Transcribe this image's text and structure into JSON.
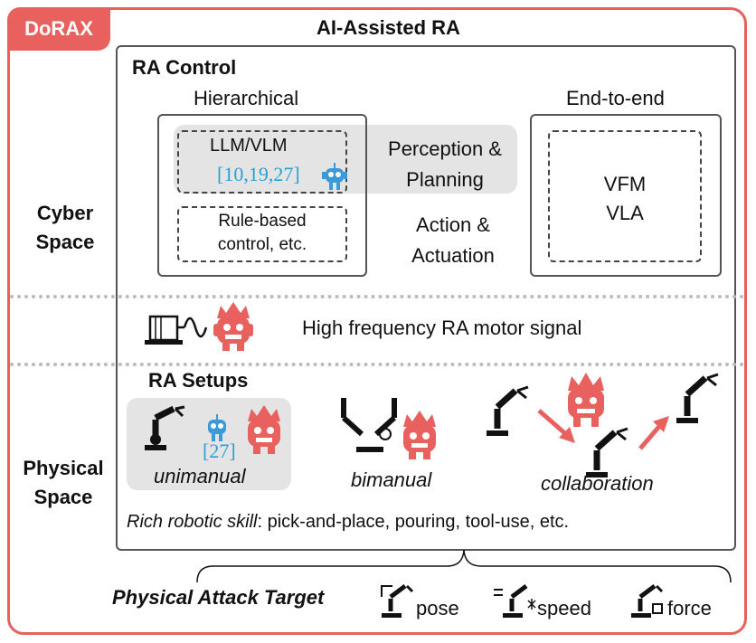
{
  "badge": "DoRAX",
  "title": "AI-Assisted RA",
  "cyber_space": {
    "line1": "Cyber",
    "line2": "Space"
  },
  "physical_space": {
    "line1": "Physical",
    "line2": "Space"
  },
  "ra_control": {
    "heading": "RA Control",
    "hierarchical": "Hierarchical",
    "llm_vlm": "LLM/VLM",
    "llm_cite": "[10,19,27]",
    "rule_based_line1": "Rule-based",
    "rule_based_line2": "control, etc.",
    "perception_line1": "Perception &",
    "perception_line2": "Planning",
    "action_line1": "Action &",
    "action_line2": "Actuation",
    "end_to_end": "End-to-end",
    "vfm": "VFM",
    "vla": "VLA"
  },
  "motor_signal": "High frequency RA motor signal",
  "ra_setups": {
    "heading": "RA Setups",
    "unimanual_cite": "[27]",
    "unimanual": "unimanual",
    "bimanual": "bimanual",
    "collaboration": "collaboration",
    "rich_skill_italic": "Rich robotic skill",
    "rich_skill_rest": ": pick-and-place, pouring, tool-use, etc."
  },
  "attack": {
    "label": "Physical Attack Target",
    "pose": "pose",
    "speed": "speed",
    "force": "force"
  },
  "colors": {
    "accent": "#e8615f",
    "cite": "#2aa0d8",
    "grey_panel": "#e4e4e4"
  }
}
